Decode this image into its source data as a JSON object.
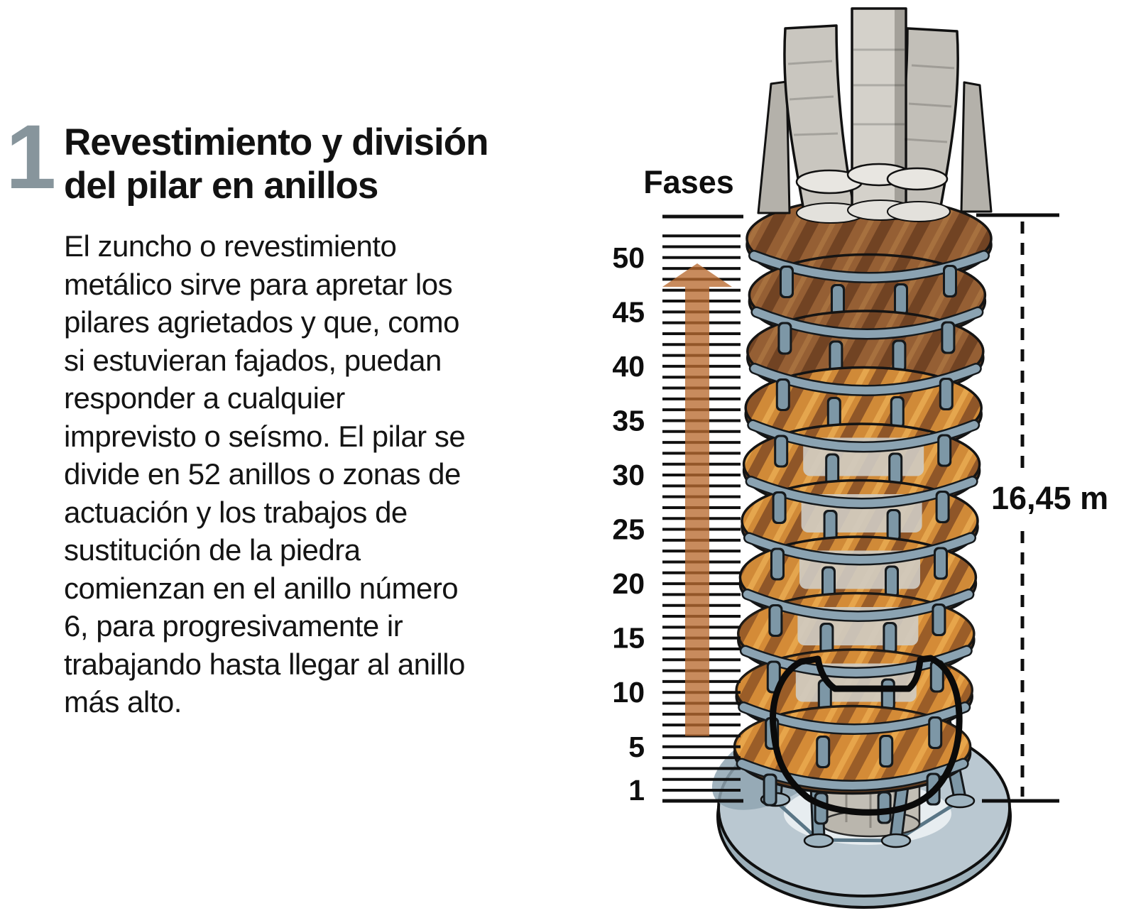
{
  "section": {
    "number": "1",
    "title": "Revestimiento y división\ndel pilar en anillos",
    "body": "El zuncho o revestimiento\nmetálico sirve para apretar los\npilares agrietados y que, como\nsi estuvieran fajados, puedan\nresponder a cualquier\nimprevisto o seísmo. El pilar se\ndivide en 52 anillos o zonas de\nactuación y los trabajos de\nsustitución de la piedra\ncomienzan en el anillo número\n6, para progresivamente ir\ntrabajando hasta llegar al anillo\nmás alto.",
    "number_color": "#87959c"
  },
  "diagram": {
    "scale_title": "Fases",
    "rings_total": 52,
    "tick_labels": [
      1,
      5,
      10,
      15,
      20,
      25,
      30,
      35,
      40,
      45,
      50
    ],
    "arrow_start_ring": 6,
    "height_label": "16,45 m",
    "colors": {
      "arrow": "#b86a30",
      "tick": "#101010",
      "band_blue": "#8ba3b2",
      "band_outline": "#15191c",
      "post_blue": "#7d97a6",
      "wood_dark": "#a76b3b",
      "wood_dark_stripe": "#7d4a27",
      "wood_bright": "#d08a38",
      "wood_bright_stripe": "#8f5628",
      "disc_edge": "#5f3c20",
      "base_top": "#bac8d1",
      "base_side": "#9db0ba",
      "base_recess": "#e7edf0",
      "base_shadow": "#8fa5b2",
      "stone_core": "#c2beb5",
      "stone_light": "#d4d1ca",
      "stone_mid": "#c9c6bf",
      "stone_dim": "#b4b1aa",
      "outline_black": "#0a0a0a"
    }
  }
}
